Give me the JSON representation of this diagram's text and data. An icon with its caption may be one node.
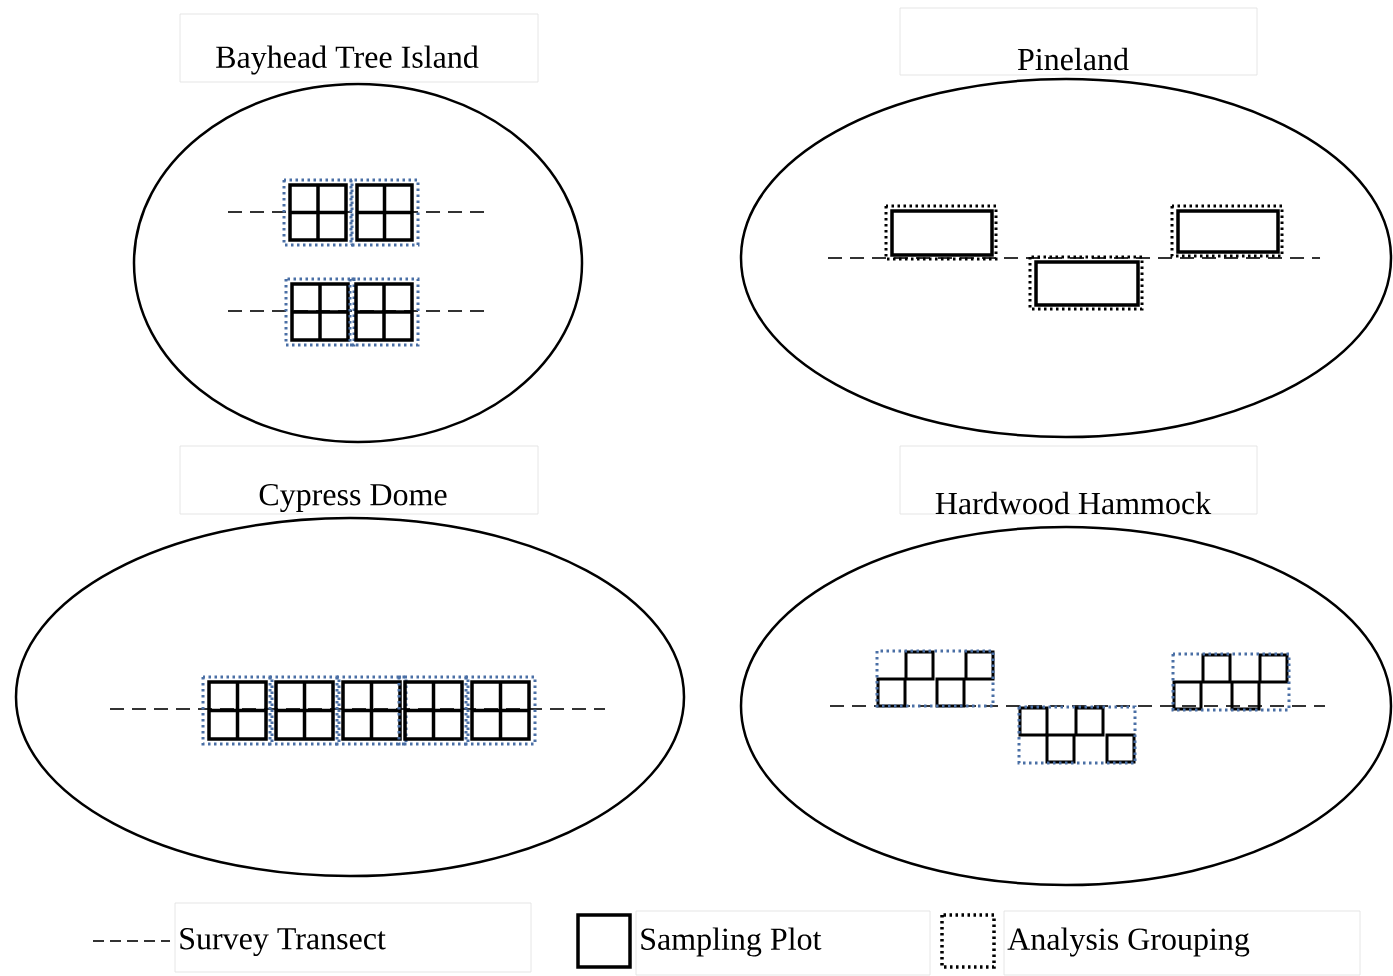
{
  "diagram": {
    "nodes": [
      {
        "text": [
          "Bayhead  Tree Island"
        ]
      },
      {
        "text": [
          "Pineland"
        ]
      },
      {
        "text": [
          "Cypress  Dome"
        ]
      },
      {
        "text": [
          "Hardwood  Hammock"
        ]
      }
    ],
    "legend": [
      {
        "text": "Survey  Transect"
      },
      {
        "text": "Sampling  Plot"
      },
      {
        "text": "Analysis  Grouping"
      }
    ]
  }
}
